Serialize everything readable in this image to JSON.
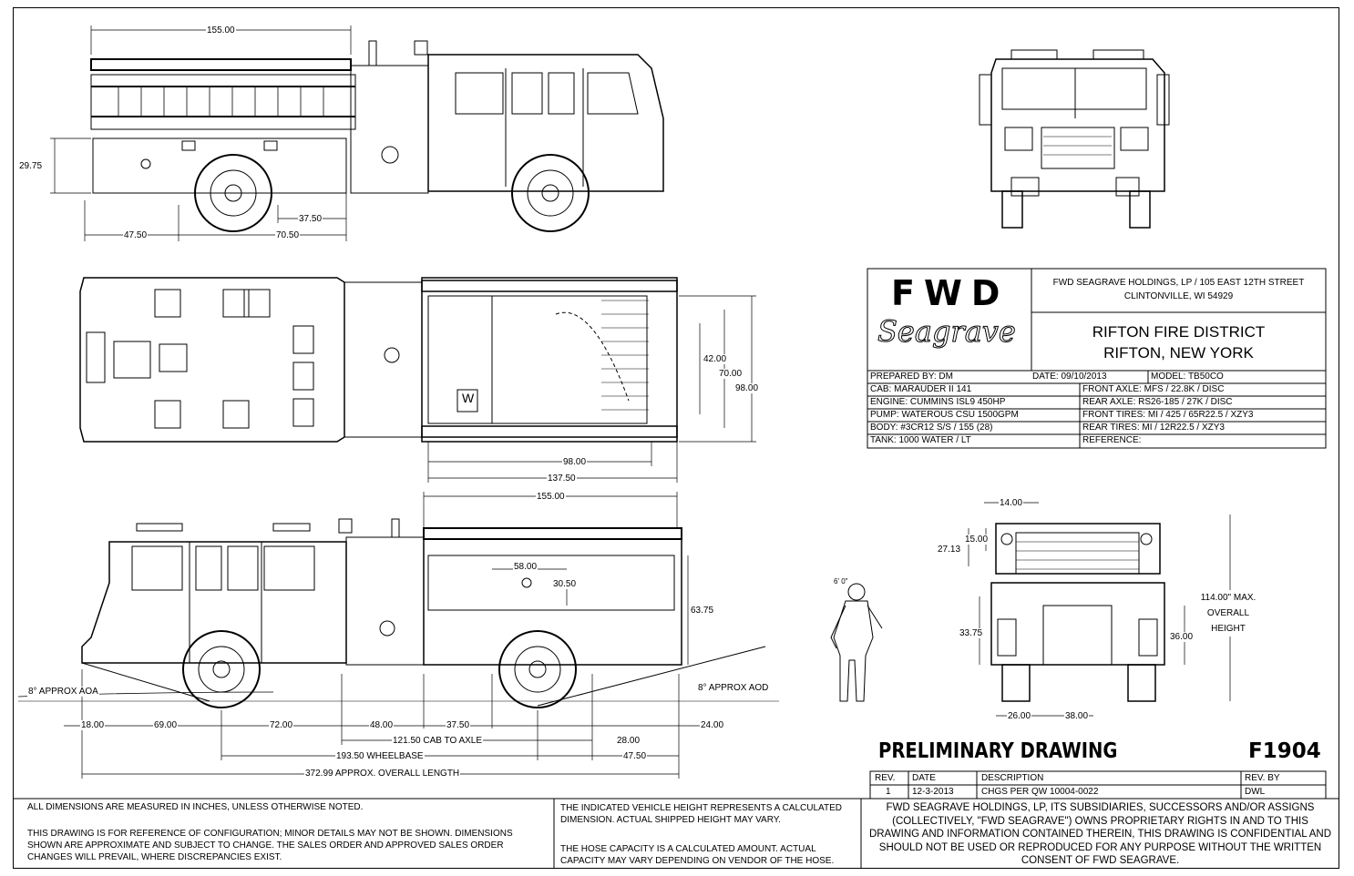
{
  "dimensions": {
    "side1": {
      "length": "155.00",
      "height": "29.75",
      "a": "37.50",
      "b": "47.50",
      "c": "70.50"
    },
    "top": {
      "w1": "42.00",
      "w2": "70.00",
      "w3": "98.00",
      "l1": "98.00",
      "l2": "137.50",
      "tank": "W"
    },
    "side2": {
      "length": "155.00",
      "d1": "58.00",
      "d2": "30.50",
      "h": "63.75",
      "aoa": "8° APPROX AOA",
      "aod": "8° APPROX AOD",
      "b1": "18.00",
      "b2": "69.00",
      "b3": "72.00",
      "b4": "48.00",
      "b5": "37.50",
      "b6": "28.00",
      "b7": "24.00",
      "b8": "47.50",
      "cab_to_axle": "121.50 CAB TO AXLE",
      "wheelbase": "193.50 WHEELBASE",
      "overall": "372.99 APPROX. OVERALL LENGTH"
    },
    "rear": {
      "top": "14.00",
      "r1": "15.00",
      "r2": "27.13",
      "r3": "33.75",
      "r4": "36.00",
      "r5": "26.00",
      "r6": "38.00",
      "height": "114.00\" MAX. OVERALL HEIGHT",
      "person": "6' 0\""
    }
  },
  "title_block": {
    "logo_top": "FWD",
    "logo_bottom": "Seagrave",
    "company_line1": "FWD SEAGRAVE HOLDINGS, LP / 105 EAST 12TH STREET",
    "company_line2": "CLINTONVILLE, WI 54929",
    "customer_line1": "RIFTON FIRE DISTRICT",
    "customer_line2": "RIFTON, NEW YORK",
    "prepared_by": "PREPARED BY:  DM",
    "date": "DATE:  09/10/2013",
    "model": "MODEL:  TB50CO",
    "left_specs": [
      "CAB:  MARAUDER II 141",
      "ENGINE: CUMMINS ISL9 450HP",
      "PUMP:  WATEROUS CSU 1500GPM",
      "BODY:  #3CR12 S/S / 155 (28)",
      "TANK:  1000 WATER / LT"
    ],
    "right_specs": [
      "FRONT AXLE:  MFS / 22.8K / DISC",
      "REAR AXLE:  RS26-185 / 27K / DISC",
      "FRONT TIRES:  MI / 425 / 65R22.5 / XZY3",
      "REAR TIRES:  MI / 12R22.5 / XZY3",
      "REFERENCE:"
    ]
  },
  "prelim": {
    "title": "PRELIMINARY DRAWING",
    "number": "F1904"
  },
  "revision": {
    "headers": [
      "REV.",
      "DATE",
      "DESCRIPTION",
      "REV. BY"
    ],
    "row": [
      "1",
      "12-3-2013",
      "CHGS PER QW 10004-0022",
      "DWL"
    ]
  },
  "notes": {
    "left1": "ALL DIMENSIONS ARE MEASURED IN INCHES, UNLESS OTHERWISE NOTED.",
    "left2": "THIS DRAWING IS FOR REFERENCE OF CONFIGURATION; MINOR DETAILS MAY NOT BE SHOWN.  DIMENSIONS SHOWN ARE APPROXIMATE AND SUBJECT TO CHANGE.  THE SALES ORDER AND APPROVED SALES ORDER CHANGES WILL PREVAIL, WHERE DISCREPANCIES EXIST.",
    "mid1": "THE INDICATED VEHICLE HEIGHT REPRESENTS A CALCULATED DIMENSION.  ACTUAL SHIPPED HEIGHT MAY VARY.",
    "mid2": "THE HOSE CAPACITY IS A CALCULATED AMOUNT.  ACTUAL CAPACITY MAY VARY DEPENDING ON  VENDOR OF THE HOSE.",
    "right": "FWD SEAGRAVE HOLDINGS, LP, ITS SUBSIDIARIES, SUCCESSORS AND/OR ASSIGNS (COLLECTIVELY, \"FWD SEAGRAVE\") OWNS PROPRIETARY RIGHTS IN AND TO THIS DRAWING AND INFORMATION CONTAINED THEREIN, THIS DRAWING IS CONFIDENTIAL AND SHOULD NOT BE USED OR REPRODUCED FOR ANY PURPOSE WITHOUT THE WRITTEN CONSENT OF  FWD SEAGRAVE."
  }
}
